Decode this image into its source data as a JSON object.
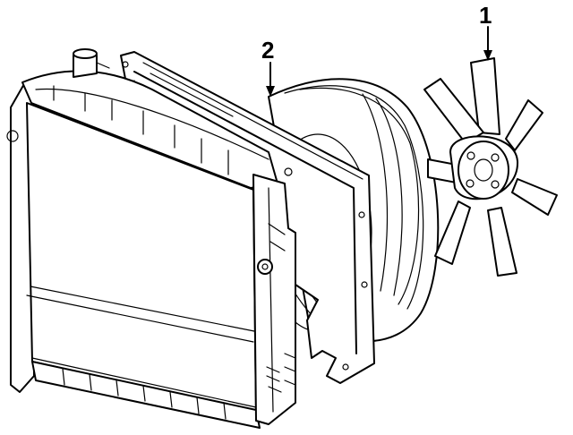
{
  "diagram": {
    "callouts": [
      {
        "id": "1",
        "label": "1",
        "part": "fan-blade"
      },
      {
        "id": "2",
        "label": "2",
        "part": "fan-shroud"
      }
    ],
    "colors": {
      "line": "#000000",
      "background": "#ffffff"
    }
  }
}
